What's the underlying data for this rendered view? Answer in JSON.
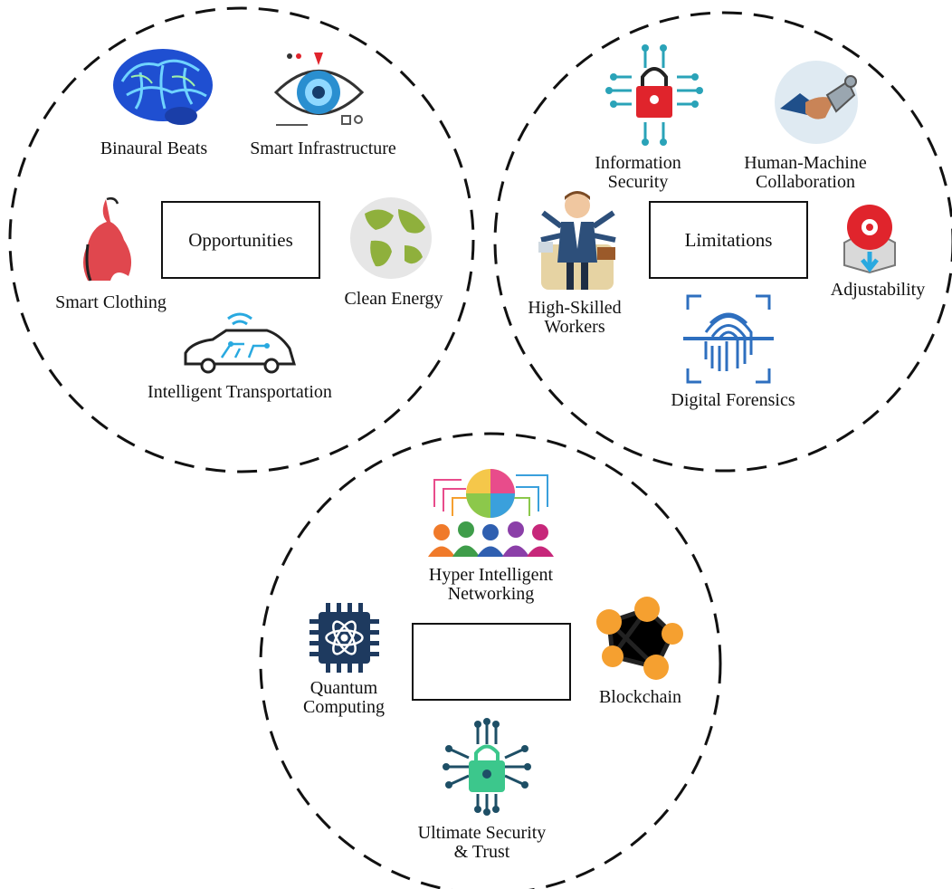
{
  "opportunities": {
    "title": "Opportunities",
    "items": {
      "binaural_beats": "Binaural Beats",
      "smart_infrastructure": "Smart Infrastructure",
      "smart_clothing": "Smart Clothing",
      "clean_energy": "Clean Energy",
      "intelligent_transportation": "Intelligent Transportation"
    }
  },
  "limitations": {
    "title": "Limitations",
    "items": {
      "information_security": "Information\nSecurity",
      "human_machine_collaboration": "Human-Machine\nCollaboration",
      "high_skilled_workers": "High-Skilled\nWorkers",
      "adjustability": "Adjustability",
      "digital_forensics": "Digital Forensics"
    }
  },
  "third": {
    "title": "",
    "items": {
      "hyper_intelligent_networking": "Hyper Intelligent\nNetworking",
      "quantum_computing": "Quantum\nComputing",
      "blockchain": "Blockchain",
      "ultimate_security_trust": "Ultimate Security\n& Trust"
    }
  },
  "icons": {
    "brain": "brain-icon",
    "eye": "eye-icon",
    "dress": "dress-icon",
    "globe": "globe-icon",
    "car": "car-icon",
    "lock": "circuit-lock-icon",
    "handshake": "handshake-icon",
    "worker": "worker-icon",
    "disc": "disc-icon",
    "fingerprint": "fingerprint-icon",
    "people": "people-network-icon",
    "chip": "quantum-chip-icon",
    "blockchain": "blockchain-icon",
    "shield": "security-lock-icon"
  },
  "colors": {
    "outline": "#111111",
    "brain": "#1f4fd1",
    "eye": "#2a8fd0",
    "lock_red": "#e0242c",
    "circuit_teal": "#2aa3b8",
    "globe_green": "#8fb03c",
    "dress_red": "#e0474e",
    "fingerprint": "#2e6fbf",
    "blockchain": "#f5a030",
    "chip": "#1e3a5f",
    "security_green": "#3cc78c"
  }
}
